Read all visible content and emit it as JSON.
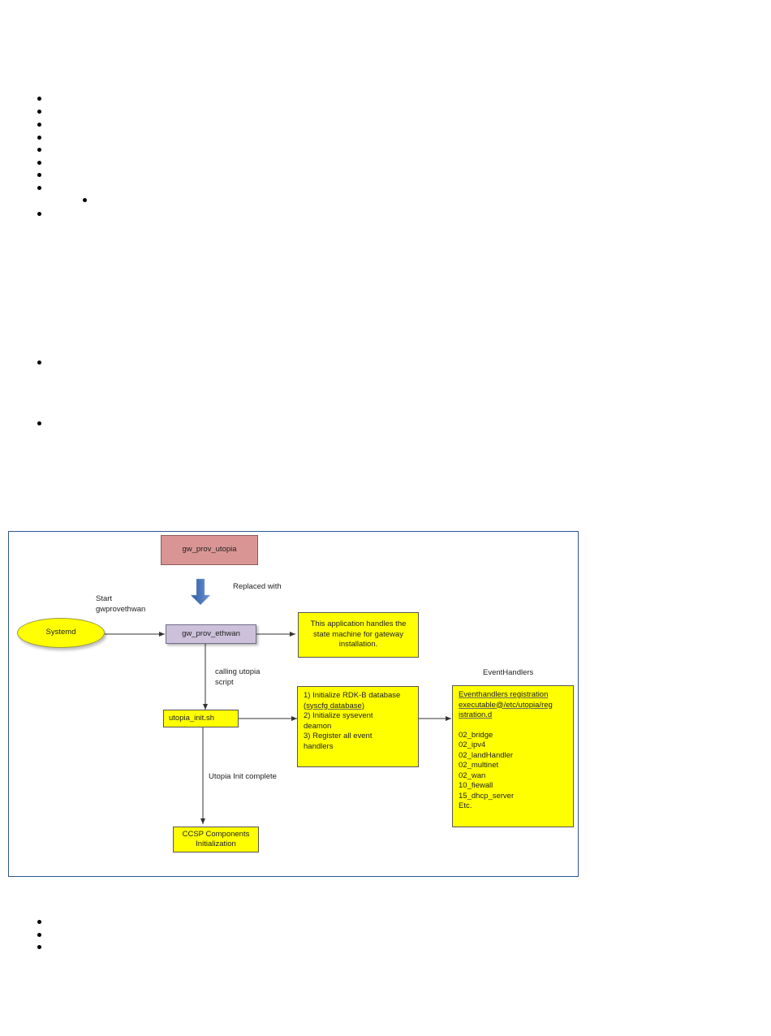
{
  "diagram": {
    "gw_prov_utopia": "gw_prov_utopia",
    "replaced_with": "Replaced with",
    "start_label": "Start\ngwprovethwan",
    "systemd": "Systemd",
    "gw_prov_ethwan": "gw_prov_ethwan",
    "state_machine_note": "This application handles the state machine for gateway installation.",
    "calling_label": "calling utopia\nscript",
    "utopia_init": "utopia_init.sh",
    "init_steps": [
      "1) Initialize RDK-B database",
      "(syscfg database)",
      "2) Initialize sysevent",
      "deamon",
      "3) Register all event",
      "handlers"
    ],
    "event_handlers_title": "EventHandlers",
    "registration_lines": [
      "Eventhandlers registration",
      "executable@/etc/utopia/reg",
      "istration.d"
    ],
    "handlers": [
      "02_bridge",
      "02_ipv4",
      "02_landHandler",
      "02_multinet",
      "02_wan",
      "10_fiewall",
      "15_dhcp_server",
      "Etc."
    ],
    "init_complete": "Utopia Init complete",
    "ccsp": "CCSP Components\nInitialization"
  }
}
